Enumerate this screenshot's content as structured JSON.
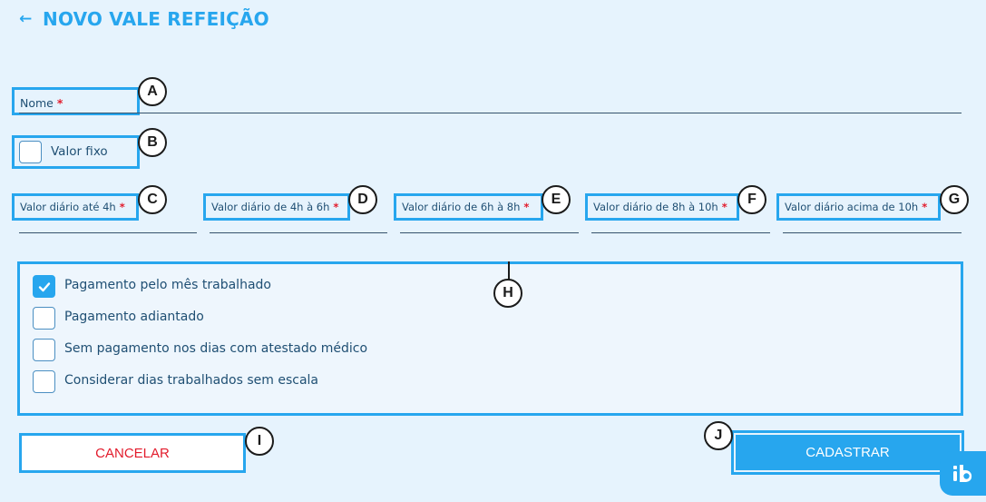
{
  "header": {
    "back_icon": "←",
    "title": "NOVO VALE REFEIÇÃO"
  },
  "form": {
    "name": {
      "label": "Nome",
      "required": "*",
      "value": ""
    },
    "fixed_value": {
      "label": "Valor fixo",
      "checked": false
    },
    "daily_values": [
      {
        "label": "Valor diário até 4h",
        "required": "*",
        "value": ""
      },
      {
        "label": "Valor diário de 4h à 6h",
        "required": "*",
        "value": ""
      },
      {
        "label": "Valor diário de 6h à 8h",
        "required": "*",
        "value": ""
      },
      {
        "label": "Valor diário de 8h à 10h",
        "required": "*",
        "value": ""
      },
      {
        "label": "Valor diário acima de 10h",
        "required": "*",
        "value": ""
      }
    ],
    "options": [
      {
        "label": "Pagamento pelo mês trabalhado",
        "checked": true
      },
      {
        "label": "Pagamento adiantado",
        "checked": false
      },
      {
        "label": "Sem pagamento nos dias com atestado médico",
        "checked": false
      },
      {
        "label": "Considerar dias trabalhados sem escala",
        "checked": false
      }
    ]
  },
  "actions": {
    "cancel_label": "CANCELAR",
    "submit_label": "CADASTRAR"
  },
  "markers": {
    "a": "A",
    "b": "B",
    "c": "C",
    "d": "D",
    "e": "E",
    "f": "F",
    "g": "G",
    "h": "H",
    "i": "I",
    "j": "J"
  },
  "colors": {
    "accent": "#27a6ee",
    "background": "#e6f3fd",
    "required": "#e21b2c",
    "text": "#1f4f73"
  },
  "icons": {
    "back": "arrow-left-icon",
    "check": "check-icon",
    "chat": "chat-widget-icon"
  }
}
